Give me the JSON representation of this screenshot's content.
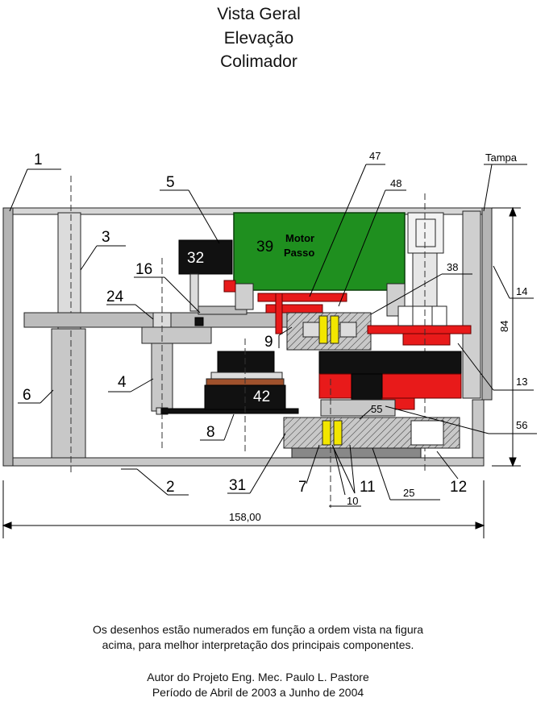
{
  "title": {
    "line1": "Vista Geral",
    "line2": "Elevação",
    "line3": "Colimador"
  },
  "labels": {
    "l1": "1",
    "l2": "2",
    "l3": "3",
    "l4": "4",
    "l5": "5",
    "l6": "6",
    "l7": "7",
    "l8": "8",
    "l9": "9",
    "l10": "10",
    "l11": "11",
    "l12": "12",
    "l13": "13",
    "l14": "14",
    "l16": "16",
    "l24": "24",
    "l25": "25",
    "l31": "31",
    "l32": "32",
    "l38": "38",
    "l39": "39",
    "l42": "42",
    "l47": "47",
    "l48": "48",
    "l55": "55",
    "l56": "56",
    "tampa": "Tampa",
    "motor": "Motor",
    "passo": "Passo"
  },
  "dimensions": {
    "width": "158,00",
    "height": "84"
  },
  "footer": {
    "line1": "Os desenhos estão numerados em função a ordem vista na figura",
    "line2": "acima, para melhor interpretação dos principais componentes.",
    "line3": "Autor do Projeto Eng. Mec. Paulo L. Pastore",
    "line4": "Período de Abril de 2003 a Junho de 2004"
  },
  "colors": {
    "frame": "#b4b4b4",
    "motor": "#1f8f1f",
    "red": "#e81a1a",
    "black": "#111111",
    "yellow": "#f2e600",
    "brown": "#a0522d"
  }
}
